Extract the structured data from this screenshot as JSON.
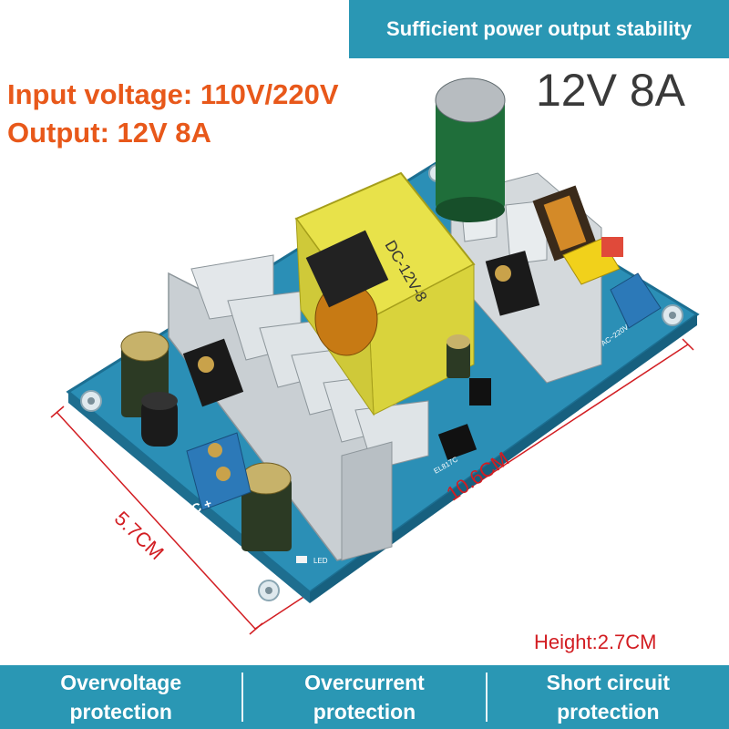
{
  "banner": {
    "text": "Sufficient power output stability"
  },
  "spec_title": "12V 8A",
  "specs": {
    "input": "Input voltage: 110V/220V",
    "output": "Output: 12V 8A"
  },
  "dimensions": {
    "length": "10.6CM",
    "width": "5.7CM",
    "height": "Height:2.7CM"
  },
  "board": {
    "transformer_label": "DC-12V-8",
    "terminal_in_label": "AC~220V",
    "terminal_out_label": "- DC +",
    "led_label": "LED",
    "chip_label": "EL817C"
  },
  "features": [
    {
      "line1": "Overvoltage",
      "line2": "protection"
    },
    {
      "line1": "Overcurrent",
      "line2": "protection"
    },
    {
      "line1": "Short circuit",
      "line2": "protection"
    }
  ],
  "colors": {
    "banner": "#2a97b4",
    "pcb": "#2b8fb6",
    "accent_orange": "#e8581a",
    "dimension_red": "#d21d22"
  }
}
